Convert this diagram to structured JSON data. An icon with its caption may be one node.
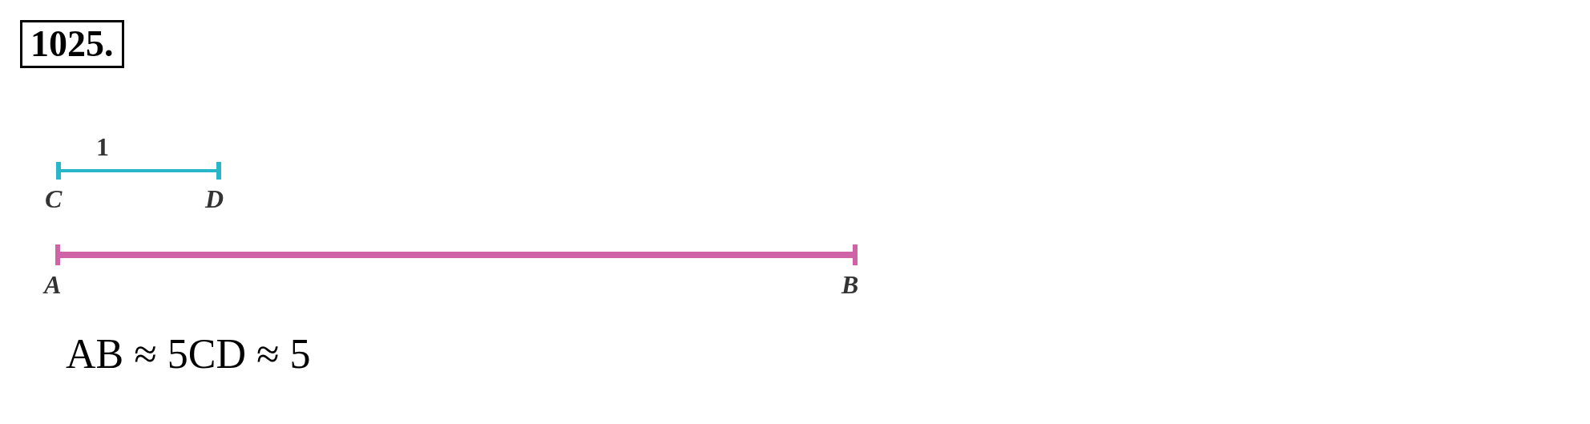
{
  "diagram": {
    "title": "1025.",
    "nodes": [
      {
        "text": [],
        "shape": "bar",
        "beside": [
          "C"
        ]
      },
      {
        "text": [],
        "shape": "bar",
        "beside": [
          "D"
        ]
      },
      {
        "text": [],
        "shape": "bar",
        "beside": [
          "A"
        ]
      },
      {
        "text": [],
        "shape": "bar",
        "beside": [
          "B"
        ]
      }
    ],
    "edges": [
      {
        "from": 0,
        "to": 1,
        "arrow": "none",
        "label": "1",
        "color": "#29b6c8"
      },
      {
        "from": 2,
        "to": 3,
        "arrow": "none",
        "style": "thick",
        "color": "#d063a8"
      }
    ],
    "labels": [
      "AB ≈ 5CD ≈ 5"
    ]
  }
}
